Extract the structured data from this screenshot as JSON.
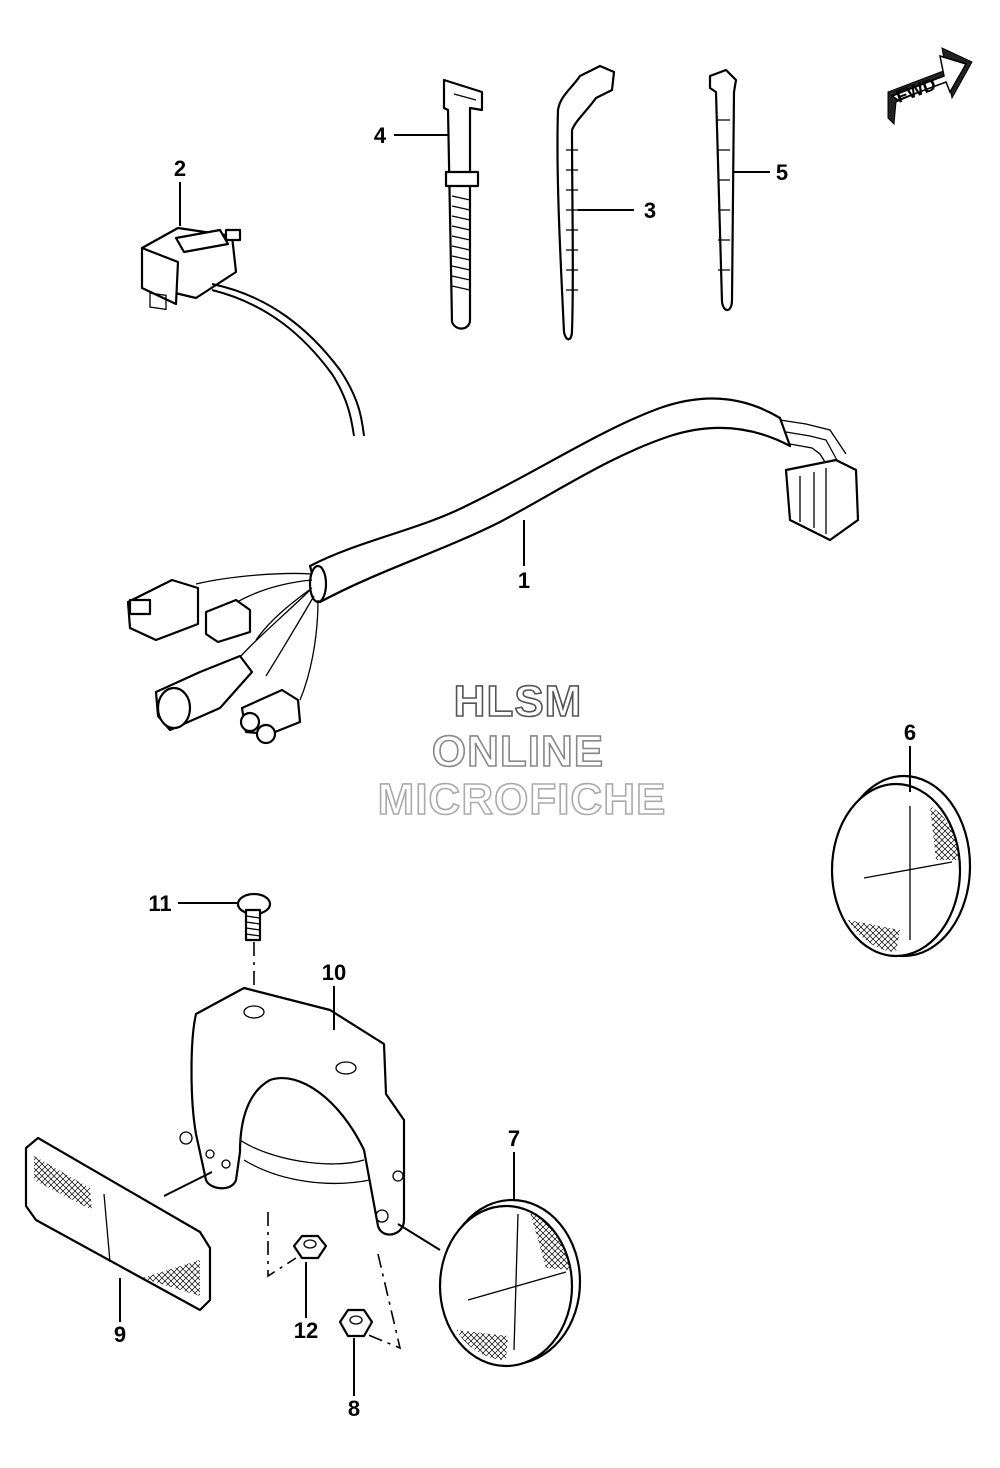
{
  "watermark": {
    "line1": "HLSM",
    "line2": "ONLINE",
    "line3": "MICROFICHE"
  },
  "fwd_arrow": {
    "label": "FWD"
  },
  "callouts": [
    {
      "id": "c1",
      "label": "1"
    },
    {
      "id": "c2",
      "label": "2"
    },
    {
      "id": "c3",
      "label": "3"
    },
    {
      "id": "c4",
      "label": "4"
    },
    {
      "id": "c5",
      "label": "5"
    },
    {
      "id": "c6",
      "label": "6"
    },
    {
      "id": "c7",
      "label": "7"
    },
    {
      "id": "c8",
      "label": "8"
    },
    {
      "id": "c9",
      "label": "9"
    },
    {
      "id": "c10",
      "label": "10"
    },
    {
      "id": "c11",
      "label": "11"
    },
    {
      "id": "c12",
      "label": "12"
    }
  ],
  "colors": {
    "line": "#000000",
    "background": "#ffffff",
    "watermark_1": "#555555",
    "watermark_2": "#888888",
    "watermark_3": "#aaaaaa"
  }
}
